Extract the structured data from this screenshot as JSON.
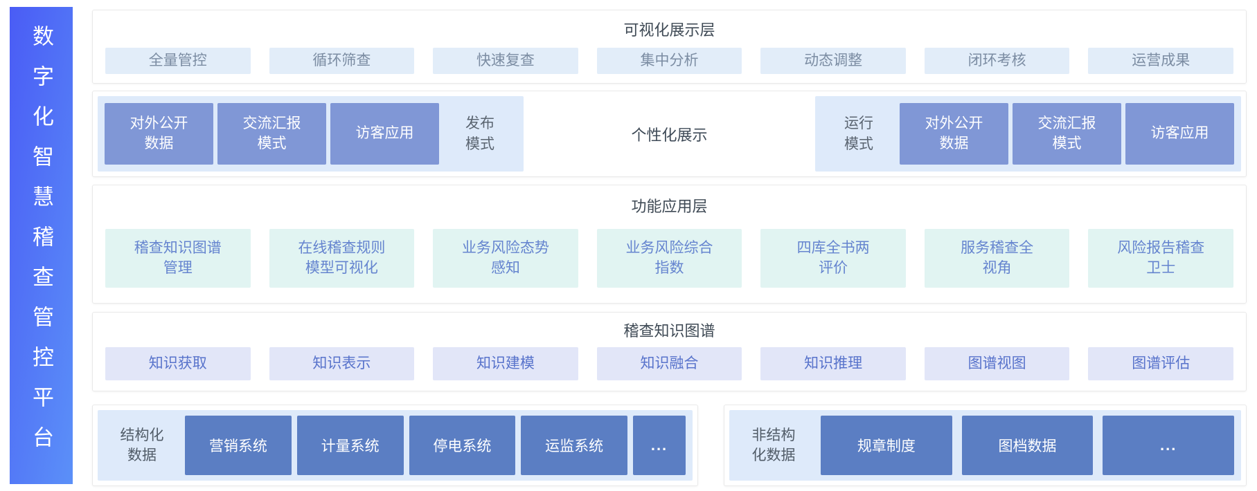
{
  "sidebar": {
    "title": "数字化智慧稽查管控平台",
    "gradient_from": "#4a5cf5",
    "gradient_to": "#5b90f8"
  },
  "layers": {
    "visualization": {
      "title": "可视化展示层",
      "items": [
        "全量管控",
        "循环筛查",
        "快速复查",
        "集中分析",
        "动态调整",
        "闭环考核",
        "运营成果"
      ]
    },
    "modes": {
      "publish": {
        "label": "发布\n模式",
        "items": [
          "对外公开\n数据",
          "交流汇报\n模式",
          "访客应用"
        ]
      },
      "center_label": "个性化展示",
      "run": {
        "label": "运行\n模式",
        "items": [
          "对外公开\n数据",
          "交流汇报\n模式",
          "访客应用"
        ]
      }
    },
    "function": {
      "title": "功能应用层",
      "items": [
        "稽查知识图谱\n管理",
        "在线稽查规则\n模型可视化",
        "业务风险态势\n感知",
        "业务风险综合\n指数",
        "四库全书两\n评价",
        "服务稽查全\n视角",
        "风险报告稽查\n卫士"
      ]
    },
    "knowledge_graph": {
      "title": "稽查知识图谱",
      "items": [
        "知识获取",
        "知识表示",
        "知识建模",
        "知识融合",
        "知识推理",
        "图谱视图",
        "图谱评估"
      ]
    },
    "data_sources": {
      "structured": {
        "label": "结构化\n数据",
        "items": [
          "营销系统",
          "计量系统",
          "停电系统",
          "运监系统"
        ],
        "more": "..."
      },
      "unstructured": {
        "label": "非结构\n化数据",
        "items": [
          "规章制度",
          "图档数据"
        ],
        "more": "..."
      }
    }
  },
  "colors": {
    "sidebar_gradient_from": "#4a5cf5",
    "sidebar_gradient_to": "#5b90f8",
    "visualization_item_bg": "#e2edf9",
    "visualization_item_text": "#7b8ca2",
    "mode_group_bg": "#deeafa",
    "mode_box_bg": "#8097d6",
    "function_item_bg": "#e1f4f2",
    "function_item_text": "#6584cf",
    "knowledge_item_bg": "#e2e6f8",
    "knowledge_item_text": "#5873cb",
    "data_box_bg": "#5b7ec3",
    "title_text": "#3f4a55",
    "card_border": "#e9e9e9"
  }
}
